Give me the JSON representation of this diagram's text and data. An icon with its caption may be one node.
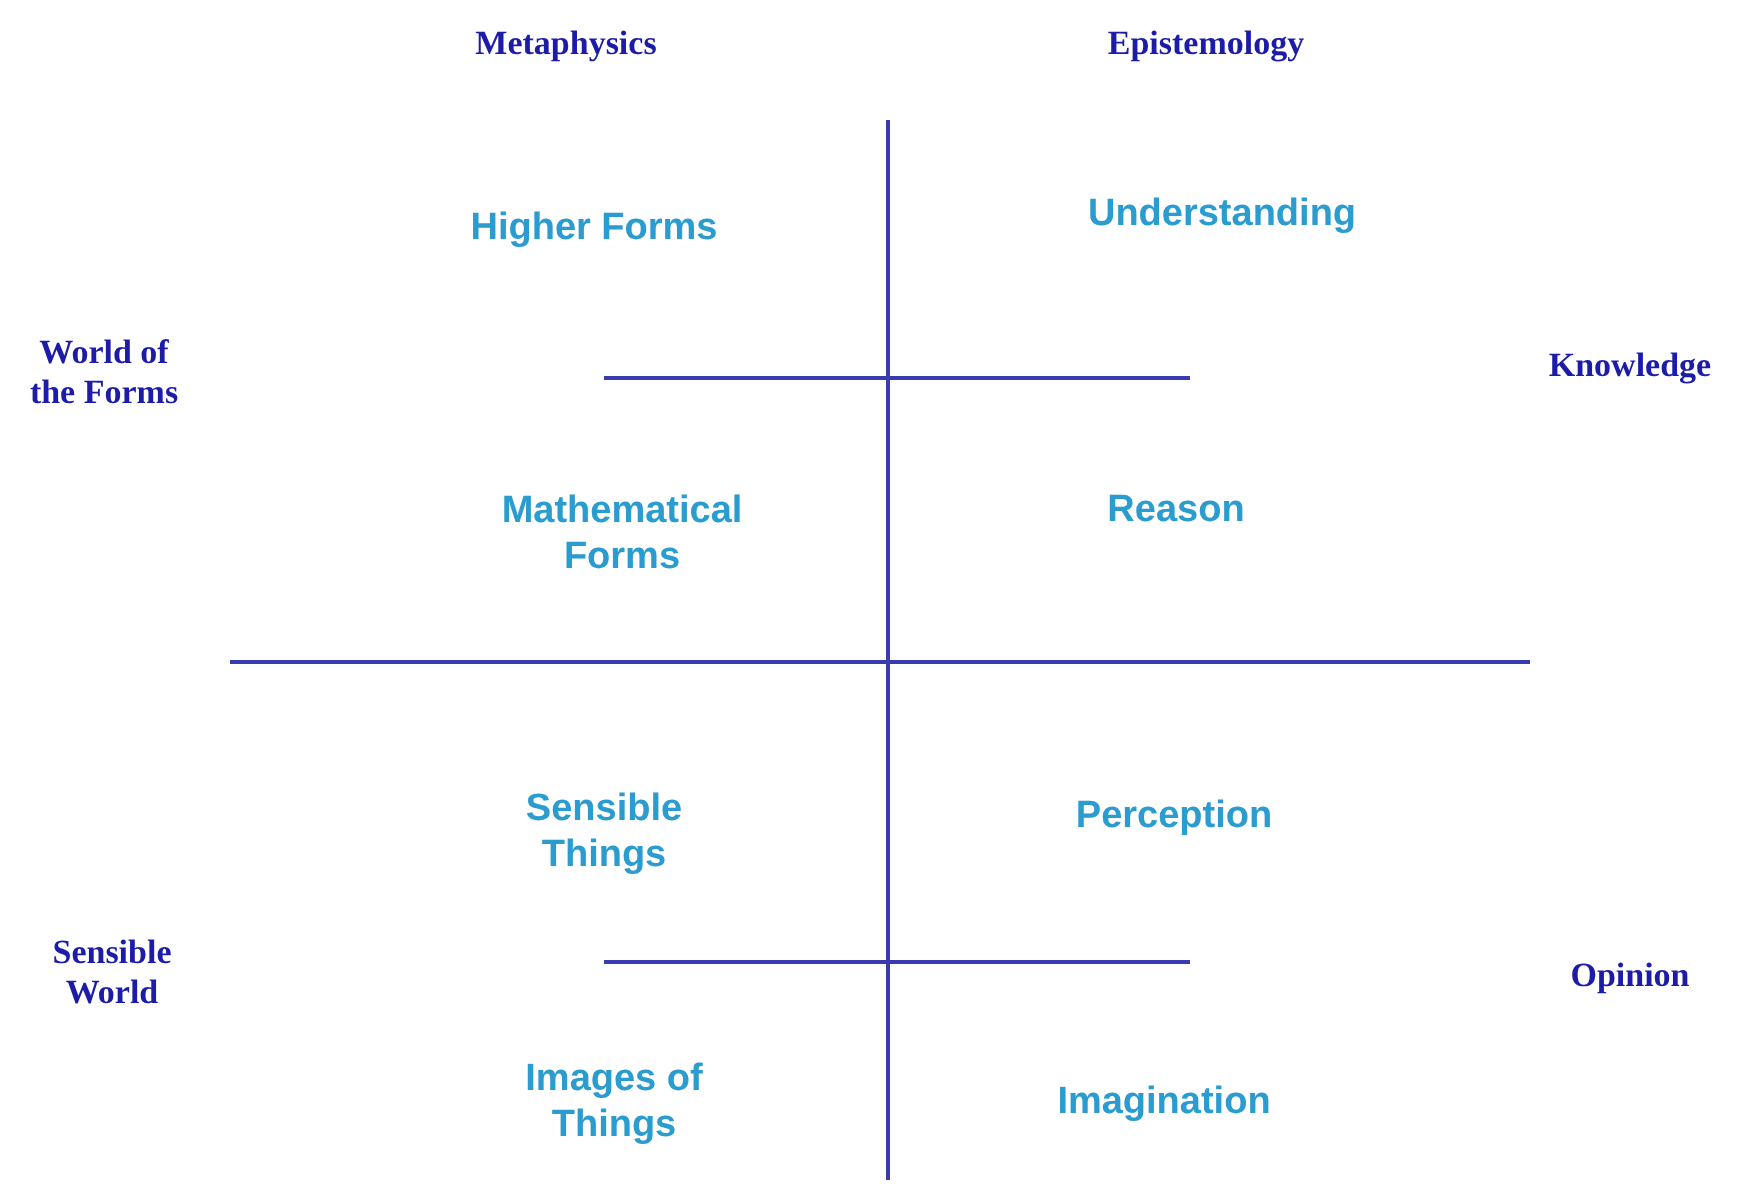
{
  "diagram": {
    "labels": [
      "Metaphysics",
      "Epistemology",
      "Higher Forms",
      "Understanding",
      "World of the Forms",
      "Knowledge",
      "Mathematical Forms",
      "Reason",
      "Sensible Things",
      "Perception",
      "Sensible World",
      "Opinion",
      "Images of Things",
      "Imagination"
    ]
  }
}
